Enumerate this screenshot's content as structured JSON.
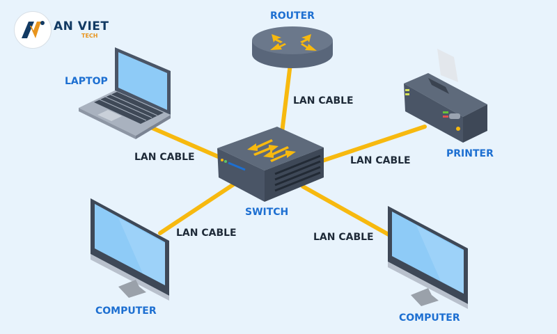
{
  "brand": {
    "name": "AN VIET",
    "sub": "TECH",
    "logo_icon": "an-viet-logo-icon"
  },
  "colors": {
    "background": "#e8f3fc",
    "device_label": "#1d6fd1",
    "cable_label": "#1e2a38",
    "cable": "#f7b90f",
    "device_body": "#4d5a6b",
    "screen": "#8ecbf7",
    "brand_dark": "#123a63",
    "brand_accent": "#e8941c"
  },
  "devices": {
    "router": {
      "label": "ROUTER",
      "icon": "router-icon"
    },
    "laptop": {
      "label": "LAPTOP",
      "icon": "laptop-icon"
    },
    "printer": {
      "label": "PRINTER",
      "icon": "printer-icon"
    },
    "switch": {
      "label": "SWITCH",
      "icon": "switch-icon"
    },
    "computer_left": {
      "label": "COMPUTER",
      "icon": "monitor-icon"
    },
    "computer_right": {
      "label": "COMPUTER",
      "icon": "monitor-icon"
    }
  },
  "connections": [
    {
      "from": "switch",
      "to": "router",
      "label": "LAN CABLE"
    },
    {
      "from": "switch",
      "to": "laptop",
      "label": "LAN CABLE"
    },
    {
      "from": "switch",
      "to": "printer",
      "label": "LAN CABLE"
    },
    {
      "from": "switch",
      "to": "computer_left",
      "label": "LAN CABLE"
    },
    {
      "from": "switch",
      "to": "computer_right",
      "label": "LAN CABLE"
    }
  ]
}
